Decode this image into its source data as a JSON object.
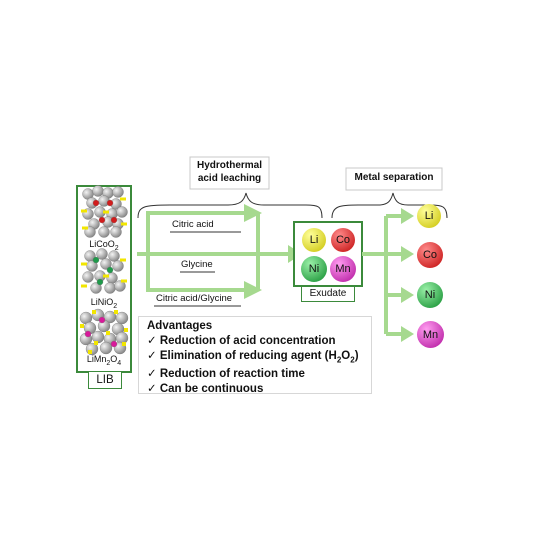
{
  "headers": {
    "leaching": [
      "Hydrothermal",
      "acid leaching"
    ],
    "separation": "Metal separation"
  },
  "crystals": [
    {
      "formula": "LiCoO",
      "sub": "2"
    },
    {
      "formula": "LiNiO",
      "sub": "2"
    },
    {
      "formula": "LiMn",
      "sub": "2",
      "formula2": "O",
      "sub2": "4"
    }
  ],
  "lib_label": "LIB",
  "routes": [
    "Citric acid",
    "Glycine",
    "Citric acid/Glycine"
  ],
  "exudate": {
    "label": "Exudate",
    "ions": [
      "Li",
      "Co",
      "Ni",
      "Mn"
    ]
  },
  "separated": [
    "Li",
    "Co",
    "Ni",
    "Mn"
  ],
  "advantages": {
    "title": "Advantages",
    "items": [
      "Reduction of acid concentration",
      "Elimination of reducing agent (H",
      "Reduction of reaction time",
      "Can be continuous"
    ],
    "h2o2_tail": {
      "sub1": "2",
      "mid": "O",
      "sub2": "2",
      "close": ")"
    }
  },
  "colors": {
    "frame_green": "#3b8a3b",
    "arrow_green": "#a6d98f",
    "li": "#f0e800",
    "co": "#e61010",
    "ni": "#1fa83a",
    "mn": "#e020c0",
    "atom_gray": "#a7a7a7",
    "atom_yellow": "#f2e600",
    "atom_red": "#d21c1c",
    "atom_green": "#1f9a4a",
    "atom_magenta": "#d81a9a"
  }
}
